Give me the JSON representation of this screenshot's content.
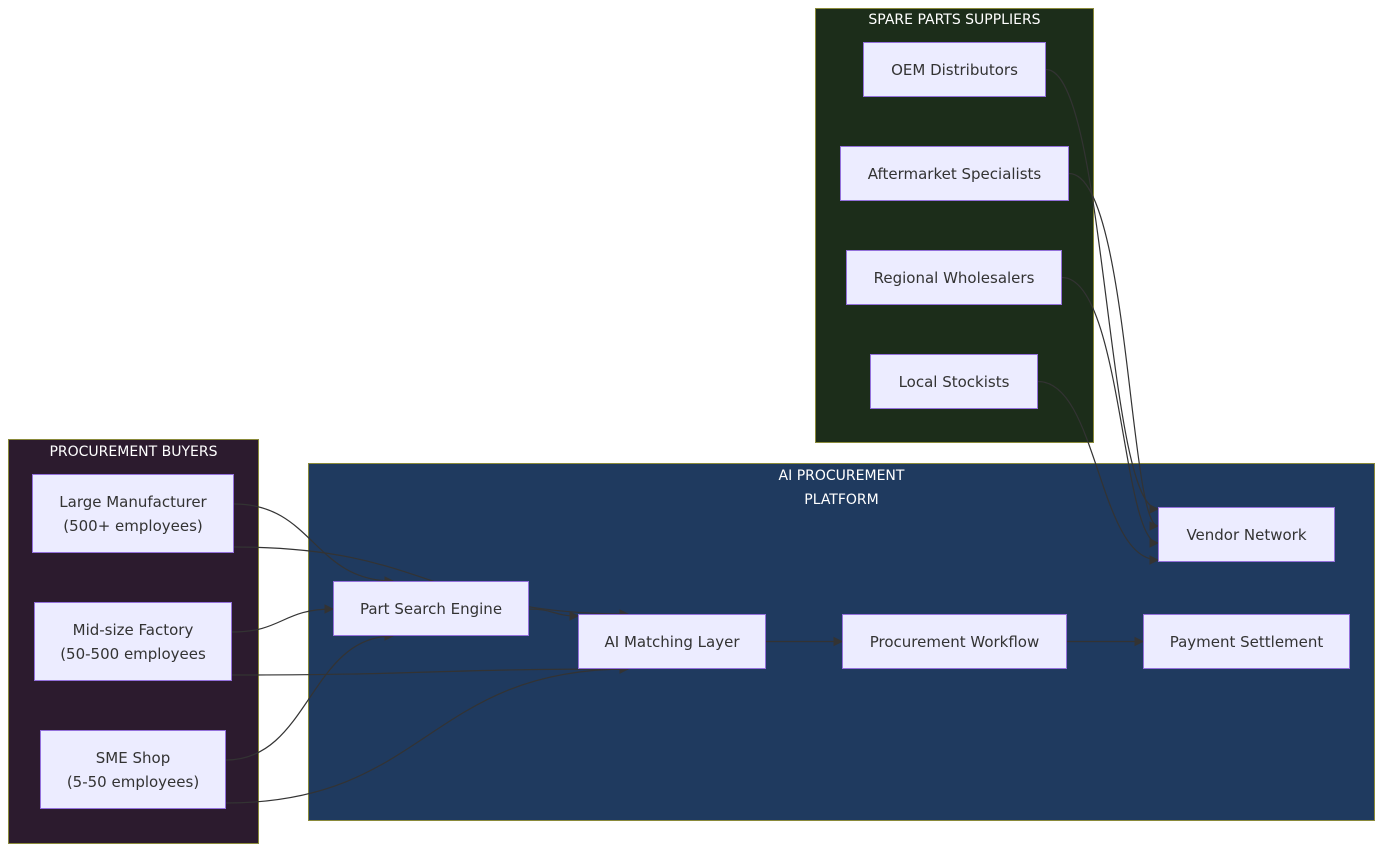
{
  "colors": {
    "suppliers_bg": "#1c2d1a",
    "buyers_bg": "#2c1b2e",
    "platform_bg": "#1f3a5f",
    "node_fill": "#ececff",
    "node_border": "#9370db",
    "edge": "#333333"
  },
  "clusters": {
    "suppliers": {
      "title": "SPARE PARTS SUPPLIERS"
    },
    "buyers": {
      "title": "PROCUREMENT BUYERS"
    },
    "platform": {
      "title": "AI PROCUREMENT\nPLATFORM"
    }
  },
  "nodes": {
    "oem": "OEM Distributors",
    "aftermarket": "Aftermarket Specialists",
    "regional": "Regional Wholesalers",
    "local": "Local Stockists",
    "large": "Large Manufacturer\n(500+ employees)",
    "midsize": "Mid-size Factory\n(50-500 employees",
    "sme": "SME Shop\n(5-50 employees)",
    "search": "Part Search Engine",
    "matching": "AI Matching Layer",
    "workflow": "Procurement Workflow",
    "payment": "Payment Settlement",
    "vendor": "Vendor Network"
  },
  "edges": [
    [
      "large",
      "search"
    ],
    [
      "large",
      "matching"
    ],
    [
      "midsize",
      "search"
    ],
    [
      "midsize",
      "matching"
    ],
    [
      "sme",
      "search"
    ],
    [
      "sme",
      "matching"
    ],
    [
      "search",
      "matching"
    ],
    [
      "matching",
      "workflow"
    ],
    [
      "workflow",
      "payment"
    ],
    [
      "oem",
      "vendor"
    ],
    [
      "aftermarket",
      "vendor"
    ],
    [
      "regional",
      "vendor"
    ],
    [
      "local",
      "vendor"
    ]
  ]
}
